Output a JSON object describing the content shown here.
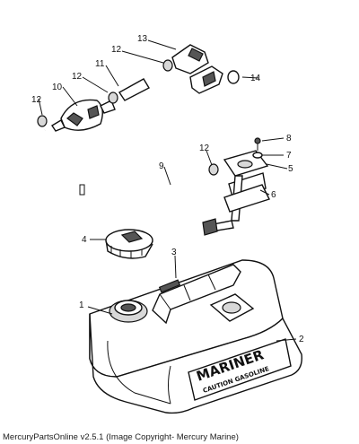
{
  "callouts": {
    "c1": "1",
    "c2": "2",
    "c3": "3",
    "c4": "4",
    "c5": "5",
    "c6": "6",
    "c7": "7",
    "c8": "8",
    "c9": "9",
    "c10": "10",
    "c11": "11",
    "c12a": "12",
    "c12b": "12",
    "c12c": "12",
    "c12d": "12",
    "c13": "13",
    "c14": "14"
  },
  "tank_label": {
    "brand": "MARINER",
    "caution": "CAUTION GASOLINE"
  },
  "footer": {
    "text": "MercuryPartsOnline v2.5.1 (Image Copyright- Mercury Marine)"
  }
}
